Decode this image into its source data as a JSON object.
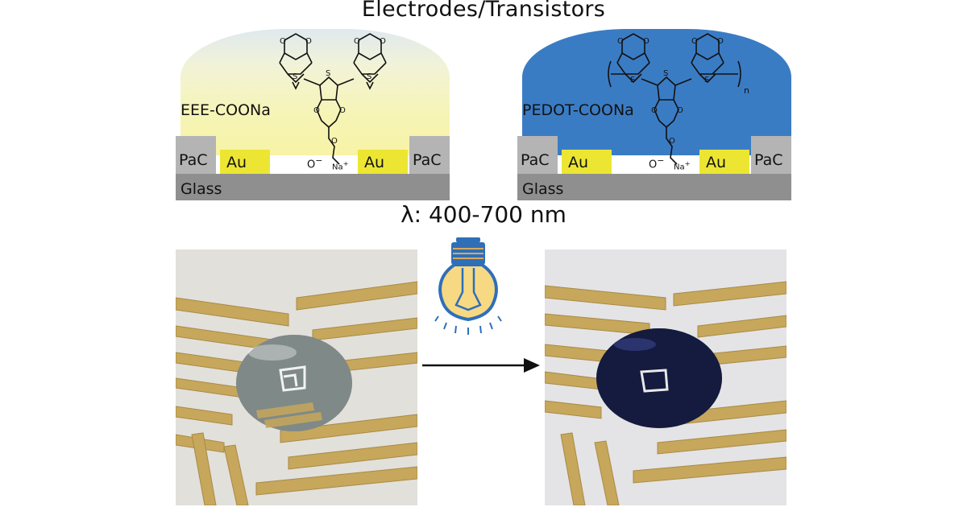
{
  "title": "Electrodes/Transistors",
  "wavelength": "λ: 400-700 nm",
  "devices": [
    {
      "molecule_label": "EEE-COONa",
      "substrate": "Glass",
      "passivation": "PaC",
      "electrode": "Au",
      "anion": "O",
      "counterion": "Na",
      "dome_color": "#f6f4b4"
    },
    {
      "molecule_label": "PEDOT-COONa",
      "substrate": "Glass",
      "passivation": "PaC",
      "electrode": "Au",
      "anion": "O",
      "counterion": "Na",
      "repeat": "n",
      "dome_color": "#3a7cc4"
    }
  ],
  "colors": {
    "gold": "#ece633",
    "glass": "#8f8f8f",
    "pac": "#b4b4b4",
    "bulb_blue": "#2f6fb8",
    "bulb_fill": "#f7d983"
  },
  "icons": {
    "light_source": "light-bulb-icon",
    "transition": "arrow-right-icon"
  }
}
